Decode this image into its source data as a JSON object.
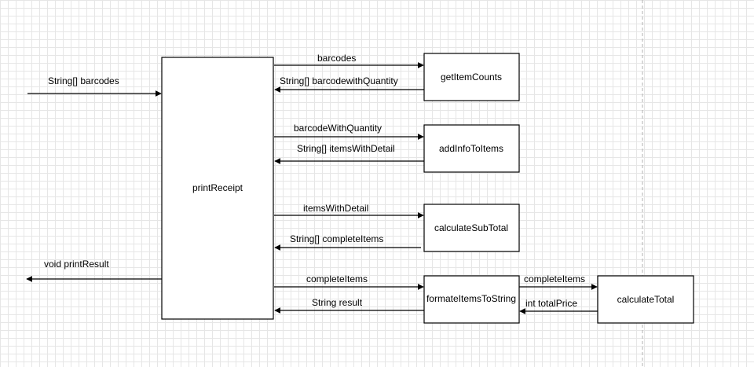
{
  "diagram": {
    "boxes": {
      "print_receipt": "printReceipt",
      "get_item_counts": "getItemCounts",
      "add_info_to_items": "addInfoToItems",
      "calculate_sub_total": "calculateSubTotal",
      "formate_items_to_string": "formateItemsToString",
      "calculate_total": "calculateTotal"
    },
    "edges": {
      "input": "String[] barcodes",
      "output": "void printResult",
      "barcodes": "barcodes",
      "barcode_with_quantity_out": "String[] barcodewithQuantity",
      "barcode_with_quantity_in": "barcodeWithQuantity",
      "items_with_detail_out": "String[] itemsWithDetail",
      "items_with_detail_in": "itemsWithDetail",
      "complete_items_out": "String[] completeItems",
      "complete_items_in": "completeItems",
      "string_result": "String result",
      "complete_items_to_total": "completeItems",
      "int_total_price": "int totalPrice"
    }
  }
}
